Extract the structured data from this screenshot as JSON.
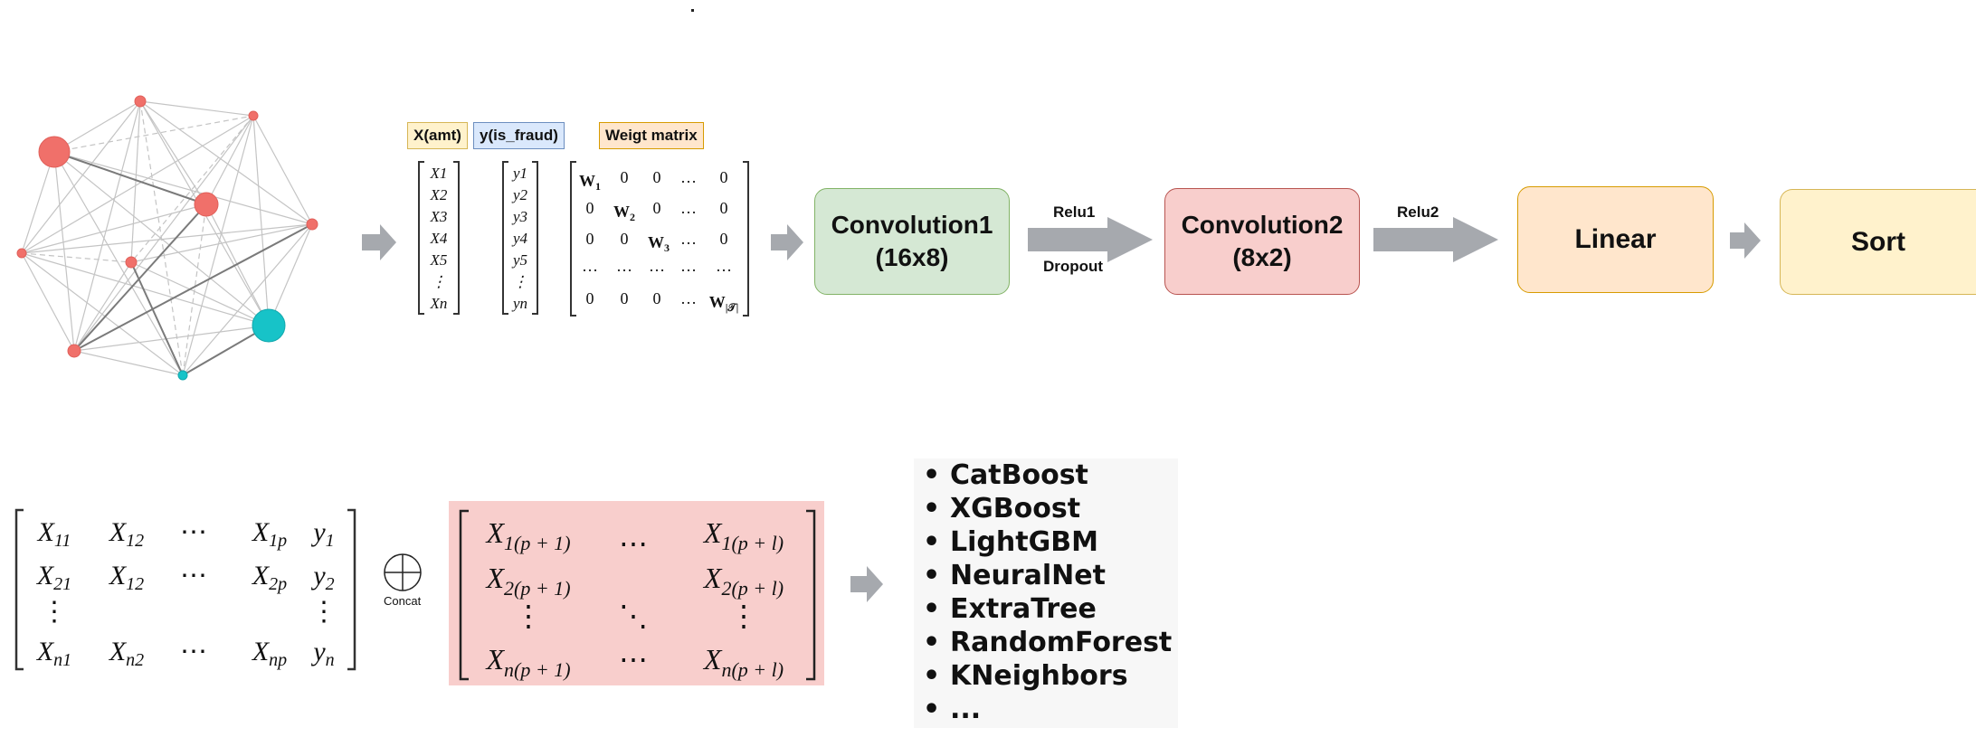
{
  "colors": {
    "node_red": "#f0706a",
    "node_cyan": "#17c3c8",
    "arrow_gray": "#a6a9ae",
    "conv1_fill": "#d5e8d4",
    "conv1_border": "#82b366",
    "conv2_fill": "#f8cecc",
    "conv2_border": "#b85450",
    "linear_fill": "#ffe6cc",
    "linear_border": "#d79b00",
    "sort_fill": "#fff2cc",
    "sort_border": "#d6b656",
    "concat_block_fill": "#f8cecc"
  },
  "tags": {
    "x_amt": "X(amt)",
    "y_fraud": "y(is_fraud)",
    "weight_matrix": "Weigt matrix"
  },
  "x_vector": [
    "X1",
    "X2",
    "X3",
    "X4",
    "X5",
    "⋮",
    "Xn"
  ],
  "y_vector": [
    "y1",
    "y2",
    "y3",
    "y4",
    "y5",
    "⋮",
    "yn"
  ],
  "pipeline": {
    "conv1": {
      "line1": "Convolution1",
      "line2": "(16x8)"
    },
    "conv2": {
      "line1": "Convolution2",
      "line2": "(8x2)"
    },
    "linear": "Linear",
    "sort": "Sort",
    "relu1": "Relu1",
    "dropout": "Dropout",
    "relu2": "Relu2"
  },
  "concat_label": "Concat",
  "models": [
    "CatBoost",
    "XGBoost",
    "LightGBM",
    "NeuralNet",
    "ExtraTree",
    "RandomForest",
    "KNeighbors",
    "..."
  ]
}
